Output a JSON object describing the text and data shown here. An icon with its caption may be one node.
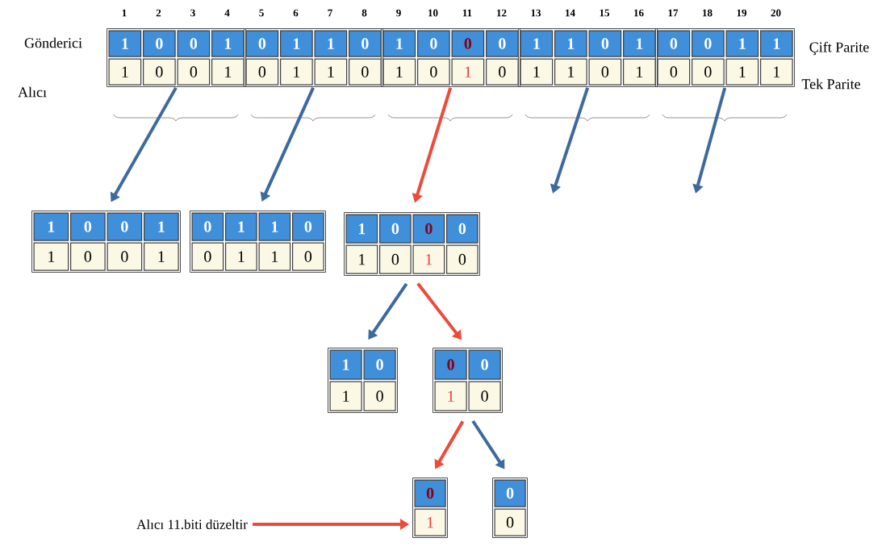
{
  "diagram": {
    "nodes": [
      {
        "text": [
          "1",
          "0",
          "0",
          "1",
          "1",
          "0",
          "0",
          "1"
        ]
      },
      {
        "text": [
          "0",
          "1",
          "1",
          "0",
          "0",
          "1",
          "1",
          "0"
        ]
      },
      {
        "text": [
          "1",
          "0",
          "0",
          "0",
          "1",
          "0",
          "1",
          "0"
        ]
      },
      {
        "text": [
          "1",
          "1",
          "0",
          "1",
          "1",
          "1",
          "0",
          "1"
        ]
      },
      {
        "text": [
          "0",
          "0",
          "1",
          "1",
          "0",
          "0",
          "1",
          "1"
        ]
      },
      {
        "text": [
          "1",
          "0",
          "0",
          "1",
          "1",
          "0",
          "0",
          "1"
        ]
      },
      {
        "text": [
          "0",
          "1",
          "1",
          "0",
          "0",
          "1",
          "1",
          "0"
        ]
      },
      {
        "text": [
          "1",
          "0",
          "0",
          "0",
          "1",
          "0",
          "1",
          "0"
        ]
      },
      {
        "text": [
          "1",
          "0",
          "1",
          "0"
        ]
      },
      {
        "text": [
          "0",
          "0",
          "1",
          "0"
        ]
      },
      {
        "text": [
          "0",
          "1"
        ]
      },
      {
        "text": [
          "0",
          "0"
        ]
      },
      {
        "text": [
          "Alıcı 11.biti düzeltir"
        ]
      }
    ],
    "edges": [
      {
        "from": 0,
        "to": 5,
        "arrow": "to"
      },
      {
        "from": 1,
        "to": 6,
        "arrow": "to"
      },
      {
        "from": 2,
        "to": 7,
        "arrow": "to",
        "color": "#ee4a3a"
      },
      {
        "from": 3,
        "to": null,
        "arrow": "to"
      },
      {
        "from": 4,
        "to": null,
        "arrow": "to"
      },
      {
        "from": 7,
        "to": 8,
        "arrow": "to"
      },
      {
        "from": 7,
        "to": 9,
        "arrow": "to",
        "color": "#ee4a3a"
      },
      {
        "from": 9,
        "to": 10,
        "arrow": "to",
        "color": "#ee4a3a"
      },
      {
        "from": 9,
        "to": 11,
        "arrow": "to"
      },
      {
        "from": 12,
        "to": 10,
        "arrow": "to",
        "color": "#ee4a3a"
      }
    ],
    "labels": [
      "1",
      "2",
      "3",
      "4",
      "5",
      "6",
      "7",
      "8",
      "9",
      "10",
      "11",
      "12",
      "13",
      "14",
      "15",
      "16",
      "17",
      "18",
      "19",
      "20",
      "Gönderici",
      "Çift Parite",
      "Alıcı",
      "Tek Parite"
    ]
  }
}
